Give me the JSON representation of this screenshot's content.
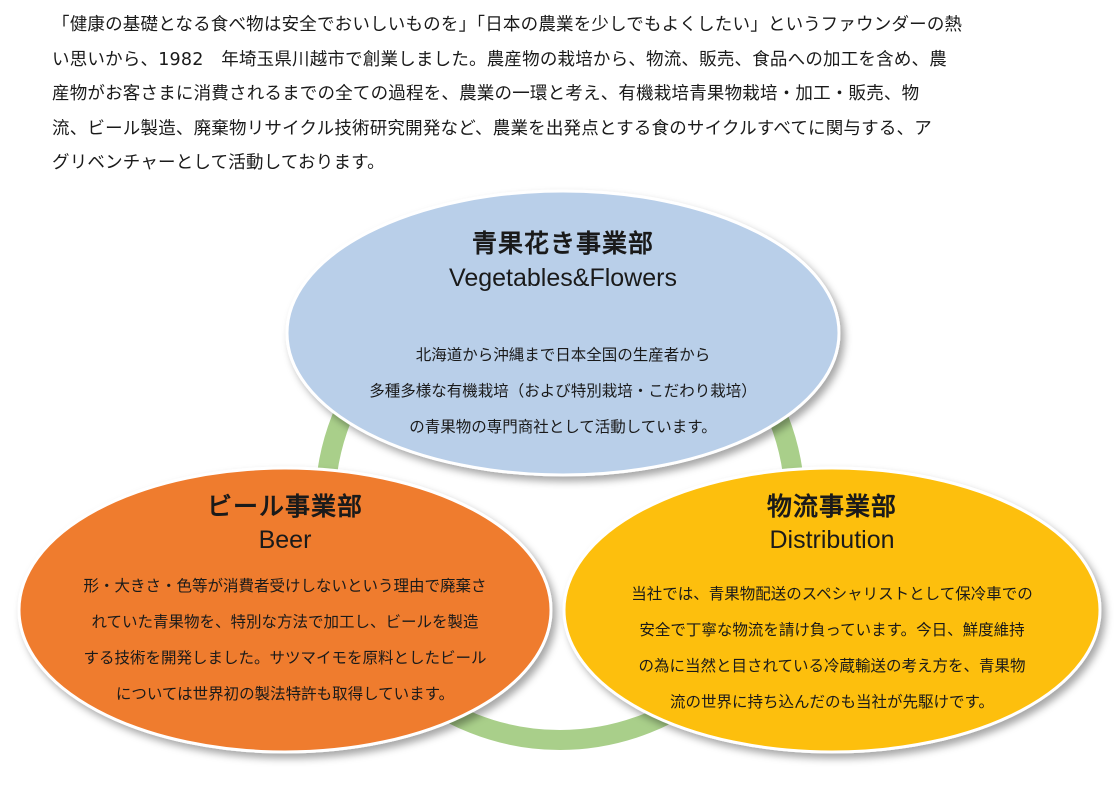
{
  "intro": {
    "text": "「健康の基礎となる食べ物は安全でおいしいものを」「日本の農業を少しでもよくしたい」というファウンダーの熱\nい思いから、1982　年埼玉県川越市で創業しました。農産物の栽培から、物流、販売、食品への加工を含め、農\n産物がお客さまに消費されるまでの全ての過程を、農業の一環と考え、有機栽培青果物栽培・加工・販売、物\n流、ビール製造、廃棄物リサイクル技術研究開発など、農業を出発点とする食のサイクルすべてに関与する、ア\nグリベンチャーとして活動しております。"
  },
  "colors": {
    "ring": "#a9cf8a",
    "vegetables_fill": "#b9cfe9",
    "beer_fill": "#ef7b2f",
    "distribution_fill": "#fdbf0a",
    "outline": "#ffffff"
  },
  "divisions": {
    "vegetables": {
      "title": "青果花き事業部",
      "subtitle": "Vegetables&Flowers",
      "description": "北海道から沖縄まで日本全国の生産者から\n多種多様な有機栽培（および特別栽培・こだわり栽培）\nの青果物の専門商社として活動しています。"
    },
    "beer": {
      "title": "ビール事業部",
      "subtitle": "Beer",
      "description": "形・大きさ・色等が消費者受けしないという理由で廃棄さ\nれていた青果物を、特別な方法で加工し、ビールを製造\nする技術を開発しました。サツマイモを原料としたビール\nについては世界初の製法特許も取得しています。"
    },
    "distribution": {
      "title": "物流事業部",
      "subtitle": "Distribution",
      "description": "当社では、青果物配送のスペシャリストとして保冷車での\n安全で丁寧な物流を請け負っています。今日、鮮度維持\nの為に当然と目されている冷蔵輸送の考え方を、青果物\n流の世界に持ち込んだのも当社が先駆けです。"
    }
  }
}
